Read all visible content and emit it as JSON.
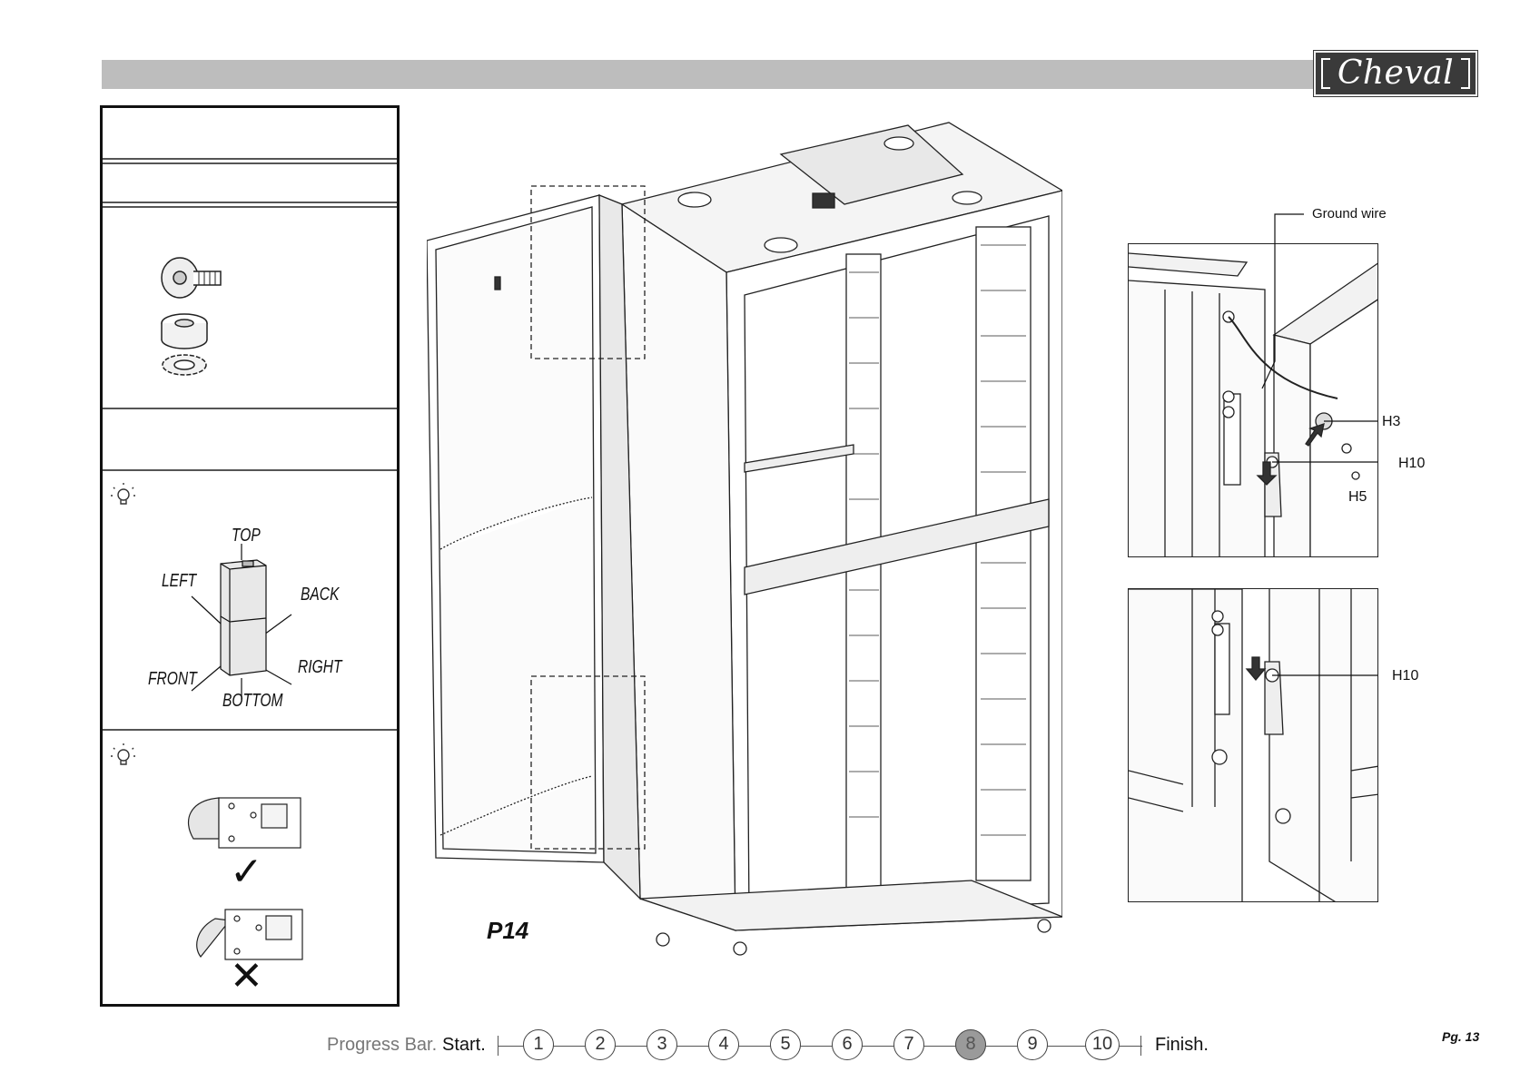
{
  "header": {
    "brand": "Cheval"
  },
  "left_panel": {
    "orientation_labels": {
      "top": "TOP",
      "left": "LEFT",
      "back": "BACK",
      "front": "FRONT",
      "right": "RIGHT",
      "bottom": "BOTTOM"
    },
    "tip_icons": [
      "lightbulb-icon",
      "lightbulb-icon"
    ],
    "check_icon": "checkmark-icon",
    "cross_icon": "cross-icon"
  },
  "figure": {
    "label": "P14"
  },
  "details": {
    "upper": {
      "ground_wire": "Ground wire",
      "h3": "H3",
      "h10": "H10",
      "h5": "H5"
    },
    "lower": {
      "h10": "H10"
    }
  },
  "progress": {
    "title": "Progress Bar.",
    "start": "Start.",
    "finish": "Finish.",
    "steps": [
      "1",
      "2",
      "3",
      "4",
      "5",
      "6",
      "7",
      "8",
      "9",
      "10"
    ],
    "current_step": 8
  },
  "page": {
    "number": "Pg. 13"
  }
}
